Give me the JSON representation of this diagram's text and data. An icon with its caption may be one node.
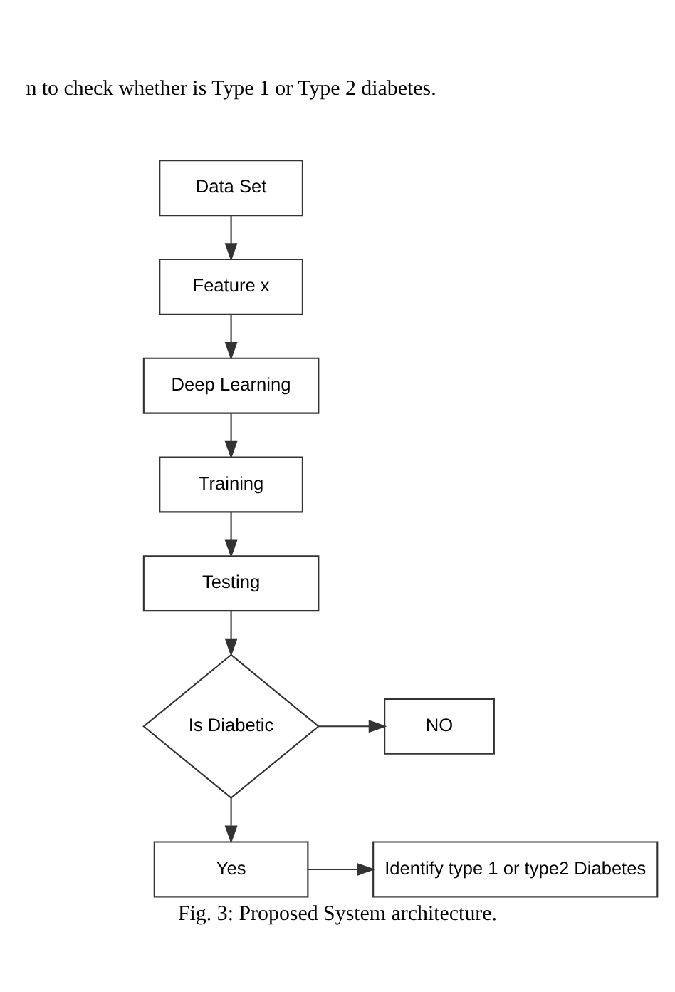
{
  "diagram": {
    "caption": "Fig. 3: Proposed System architecture.",
    "nodes": [
      {
        "text": [
          "Data Set"
        ]
      },
      {
        "text": [
          "Feature x"
        ]
      },
      {
        "text": [
          "Deep Learning"
        ]
      },
      {
        "text": [
          "Training"
        ]
      },
      {
        "text": [
          "Testing"
        ]
      },
      {
        "text": [
          "Is Diabetic"
        ]
      },
      {
        "text": [
          "NO"
        ]
      },
      {
        "text": [
          "Yes"
        ]
      },
      {
        "text": [
          "Identify type 1 or type2 Diabetes"
        ]
      }
    ],
    "edges": [
      {
        "from": 0,
        "to": 1,
        "arrow": "to"
      },
      {
        "from": 1,
        "to": 2,
        "arrow": "to"
      },
      {
        "from": 2,
        "to": 3,
        "arrow": "to"
      },
      {
        "from": 3,
        "to": 4,
        "arrow": "to"
      },
      {
        "from": 4,
        "to": 5,
        "arrow": "to"
      },
      {
        "from": 5,
        "to": 6,
        "arrow": "to"
      },
      {
        "from": 5,
        "to": 7,
        "arrow": "to"
      },
      {
        "from": 7,
        "to": 8,
        "arrow": "to"
      }
    ],
    "labels": [
      "n to check whether is Type 1 or Type 2 diabetes."
    ]
  }
}
